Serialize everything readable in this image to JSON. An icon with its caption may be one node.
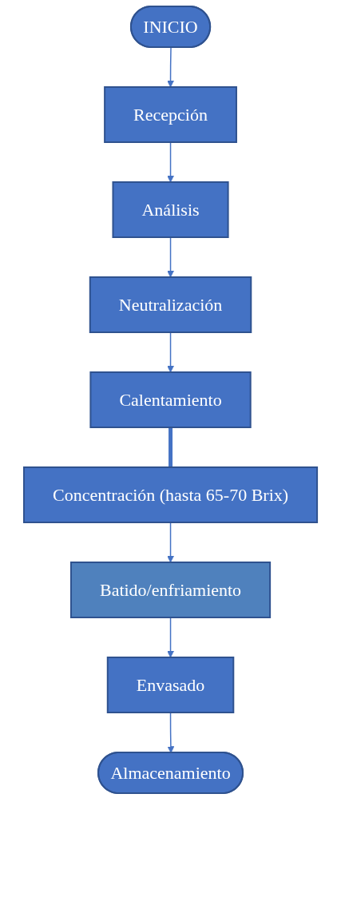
{
  "diagram": {
    "nodes": [
      {
        "text": [
          "INICIO"
        ]
      },
      {
        "text": [
          "Recepción"
        ]
      },
      {
        "text": [
          "Análisis"
        ]
      },
      {
        "text": [
          "Neutralización"
        ]
      },
      {
        "text": [
          "Calentamiento"
        ]
      },
      {
        "text": [
          "Concentración (hasta 65-70 Brix)"
        ]
      },
      {
        "text": [
          "Batido/enfriamiento"
        ]
      },
      {
        "text": [
          "Envasado"
        ]
      },
      {
        "text": [
          "Almacenamiento"
        ]
      }
    ],
    "edges": [
      {
        "from": 0,
        "to": 1,
        "arrow": "to"
      },
      {
        "from": 1,
        "to": 2,
        "arrow": "to"
      },
      {
        "from": 2,
        "to": 3,
        "arrow": "to"
      },
      {
        "from": 3,
        "to": 4,
        "arrow": "to"
      },
      {
        "from": 4,
        "to": 5,
        "arrow": "none",
        "style": "thick"
      },
      {
        "from": 5,
        "to": 6,
        "arrow": "to"
      },
      {
        "from": 6,
        "to": 7,
        "arrow": "to"
      },
      {
        "from": 7,
        "to": 8,
        "arrow": "to"
      }
    ]
  }
}
